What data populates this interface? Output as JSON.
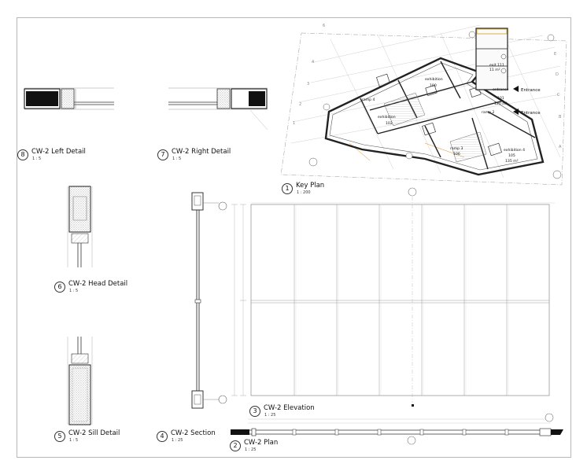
{
  "views": [
    {
      "id": "left-detail",
      "number": "8",
      "title": "CW-2 Left Detail",
      "scale": "1 : 5"
    },
    {
      "id": "right-detail",
      "number": "7",
      "title": "CW-2 Right Detail",
      "scale": "1 : 5"
    },
    {
      "id": "key-plan",
      "number": "1",
      "title": "Key Plan",
      "scale": "1 : 200"
    },
    {
      "id": "head-detail",
      "number": "6",
      "title": "CW-2 Head Detail",
      "scale": "1 : 5"
    },
    {
      "id": "sill-detail",
      "number": "5",
      "title": "CW-2 Sill Detail",
      "scale": "1 : 5"
    },
    {
      "id": "section",
      "number": "4",
      "title": "CW-2 Section",
      "scale": "1 : 25"
    },
    {
      "id": "elevation",
      "number": "3",
      "title": "CW-2 Elevation",
      "scale": "1 : 25"
    },
    {
      "id": "plan",
      "number": "2",
      "title": "CW-2 Plan",
      "scale": "1 : 25"
    }
  ],
  "key_plan": {
    "rooms": [
      {
        "name": "exit 111",
        "area": "11 m²"
      },
      {
        "name": "entrance",
        "area": ""
      },
      {
        "name": "101",
        "area": "120 m²"
      },
      {
        "name": "exhibition",
        "area": ""
      },
      {
        "name": "100",
        "area": ""
      },
      {
        "name": "exhibition",
        "area": ""
      },
      {
        "name": "102",
        "area": ""
      },
      {
        "name": "ramp 4",
        "area": ""
      },
      {
        "name": "ramp 2",
        "area": ""
      },
      {
        "name": "ramp 3",
        "area": ""
      },
      {
        "name": "106",
        "area": ""
      },
      {
        "name": "exhibition 4",
        "area": ""
      },
      {
        "name": "105",
        "area": "135 m²"
      }
    ],
    "callouts": [
      "Entrance",
      "Entrance"
    ]
  },
  "colors": {
    "line": "#1a1a1a",
    "thin": "#9a9a9a",
    "hatch": "#555555",
    "accent": "#d4a017",
    "frame": "#b8b8b8"
  }
}
